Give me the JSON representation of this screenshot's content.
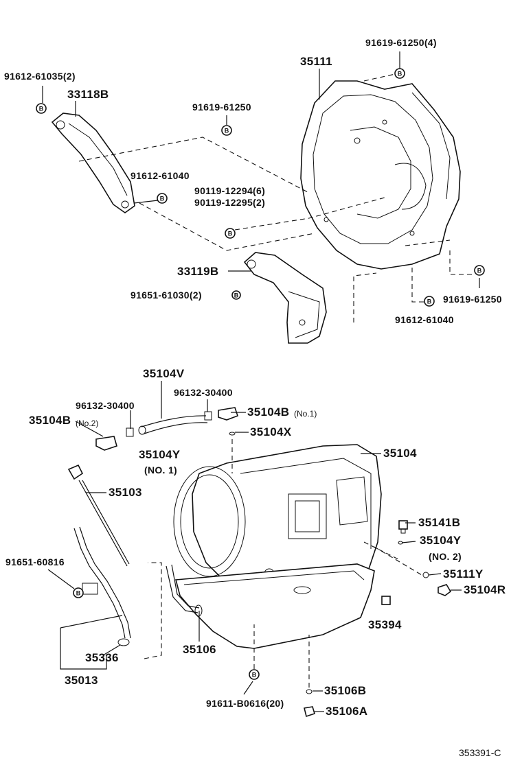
{
  "diagram": {
    "reference_code": "353391-C",
    "bolt_marker": "B",
    "labels": {
      "l_91619_61250_4": "91619-61250(4)",
      "l_35111": "35111",
      "l_91612_61035_2": "91612-61035(2)",
      "l_33118b": "33118B",
      "l_91619_61250_a": "91619-61250",
      "l_91612_61040_a": "91612-61040",
      "l_90119_12294": "90119-12294(6)",
      "l_90119_12295": "90119-12295(2)",
      "l_33119b": "33119B",
      "l_91651_61030": "91651-61030(2)",
      "l_91619_61250_b": "91619-61250",
      "l_91612_61040_b": "91612-61040",
      "l_35104v": "35104V",
      "l_96132_30400_a": "96132-30400",
      "l_96132_30400_b": "96132-30400",
      "l_35104b_no2": "35104B",
      "l_no2_small": "(No.2)",
      "l_35104b_no1": "35104B",
      "l_no1_small": "(No.1)",
      "l_35104x": "35104X",
      "l_35104y_1": "35104Y",
      "l_no1_paren": "(NO. 1)",
      "l_35104": "35104",
      "l_35103": "35103",
      "l_35141b": "35141B",
      "l_35104y_2": "35104Y",
      "l_no2_paren": "(NO. 2)",
      "l_91651_60816": "91651-60816",
      "l_35111y": "35111Y",
      "l_35104r": "35104R",
      "l_35394": "35394",
      "l_35336": "35336",
      "l_35106": "35106",
      "l_35013": "35013",
      "l_35106b": "35106B",
      "l_91611_b0616": "91611-B0616(20)",
      "l_35106a": "35106A"
    }
  }
}
